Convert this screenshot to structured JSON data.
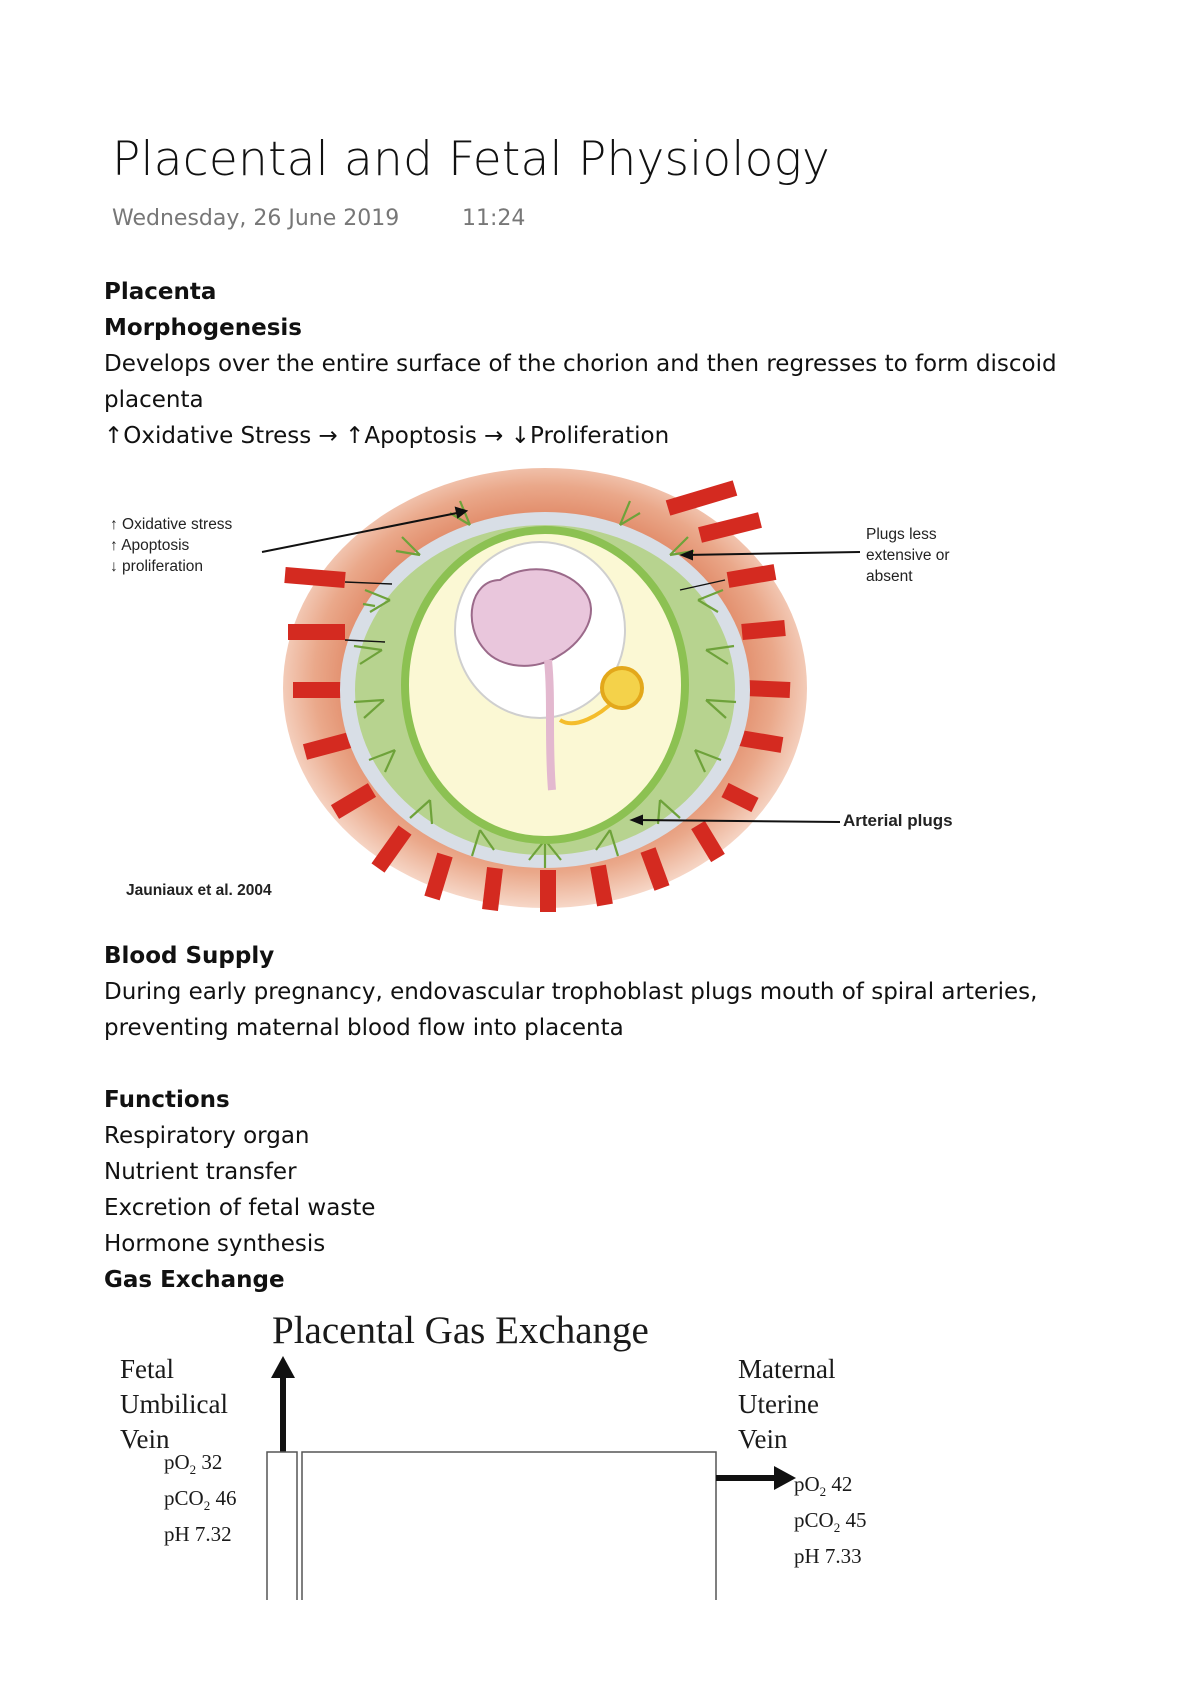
{
  "page": {
    "title": "Placental and Fetal Physiology",
    "date": "Wednesday, 26 June 2019",
    "time": "11:24"
  },
  "placenta": {
    "heading": "Placenta",
    "subheading": "Morphogenesis",
    "text_line1": "Develops over the entire surface of the chorion and then regresses to form discoid",
    "text_line2": "placenta",
    "cascade": "↑Oxidative Stress → ↑Apoptosis → ↓Proliferation"
  },
  "figure1": {
    "left_label": [
      "↑ Oxidative stress",
      "↑ Apoptosis",
      "↓  proliferation"
    ],
    "right_label": [
      "Plugs less",
      "extensive or",
      "absent"
    ],
    "plugs_label": "Arterial plugs",
    "citation": "Jauniaux et al. 2004",
    "colors": {
      "decidua": "#e7a98d",
      "artery": "#d42a20",
      "villi": "#7fb34b",
      "sac": "#fbf8d4",
      "embryo": "#e9c6dc",
      "yolk": "#f4bd2c"
    }
  },
  "blood_supply": {
    "heading": "Blood Supply",
    "line1": "During early pregnancy, endovascular trophoblast plugs mouth of spiral arteries,",
    "line2": "preventing maternal blood flow into placenta"
  },
  "functions": {
    "heading": "Functions",
    "items": [
      "Respiratory organ",
      "Nutrient transfer",
      "Excretion of fetal waste",
      "Hormone synthesis"
    ],
    "gas_heading": "Gas Exchange"
  },
  "figure2": {
    "title": "Placental Gas Exchange",
    "fetal": {
      "label": [
        "Fetal",
        "Umbilical",
        "Vein"
      ],
      "po2": "32",
      "pco2": "46",
      "ph": "pH 7.32"
    },
    "maternal": {
      "label": [
        "Maternal",
        "Uterine",
        "Vein"
      ],
      "po2": "42",
      "pco2": "45",
      "ph": "pH 7.33"
    }
  }
}
